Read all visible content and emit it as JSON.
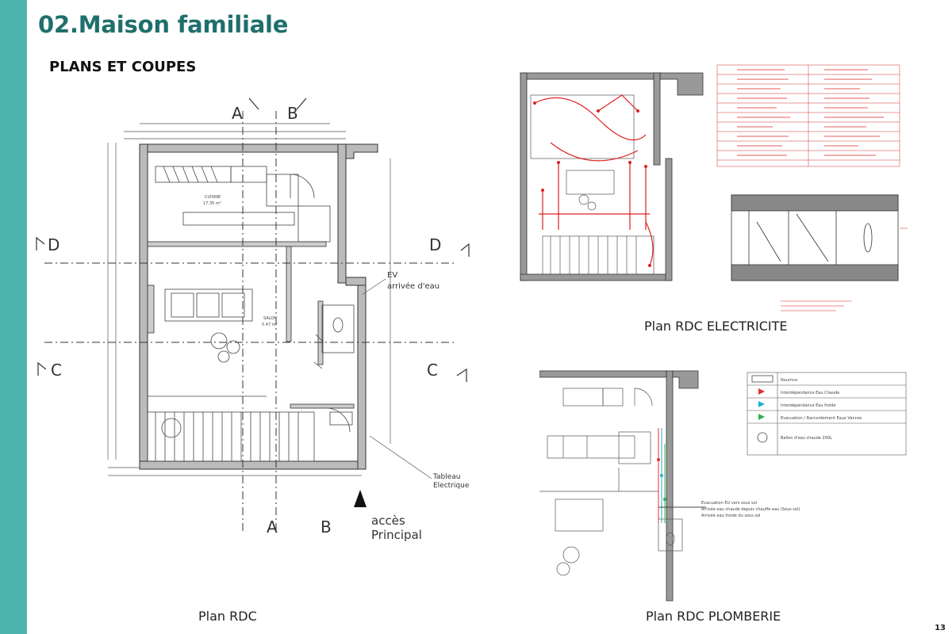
{
  "page": {
    "title": "02.Maison familiale",
    "subtitle": "PLANS ET COUPES",
    "page_number": "13",
    "accent_color": "#4fb3ad",
    "title_color": "#1f6f6c"
  },
  "plan_rdc": {
    "caption": "Plan RDC",
    "section_markers": [
      "A",
      "B",
      "D",
      "C"
    ],
    "annotations": {
      "ev": "EV",
      "ev_sub": "arrivée d'eau",
      "tableau": "Tableau",
      "tableau_sub": "Electrique",
      "acces": "accès",
      "acces_sub": "Principal",
      "cuisine": "CUISINE",
      "cuisine_area": "17.35 m²",
      "salon": "SALON",
      "salon_area": "5.47 m²"
    }
  },
  "plan_electricite": {
    "caption": "Plan RDC  ELECTRICITE",
    "legend_rows": 11
  },
  "plan_plomberie": {
    "caption": "Plan RDC  PLOMBERIE",
    "legend": [
      {
        "label": "Nourrice",
        "color": "#444444"
      },
      {
        "label": "Interdépendance Eau Chaude",
        "color": "#e03030"
      },
      {
        "label": "Interdépendance Eau froide",
        "color": "#20b0d0"
      },
      {
        "label": "Evacuation / Raccordement Eaux Vannes",
        "color": "#30b050"
      },
      {
        "label": "Ballon d'eau chaude 200L",
        "color": "#444444"
      }
    ],
    "notes": [
      "Evacuation EU vers sous sol",
      "Arrivée eau chaude depuis chauffe eau (Sous sol)",
      "Arrivée eau froide du sous sol"
    ]
  }
}
